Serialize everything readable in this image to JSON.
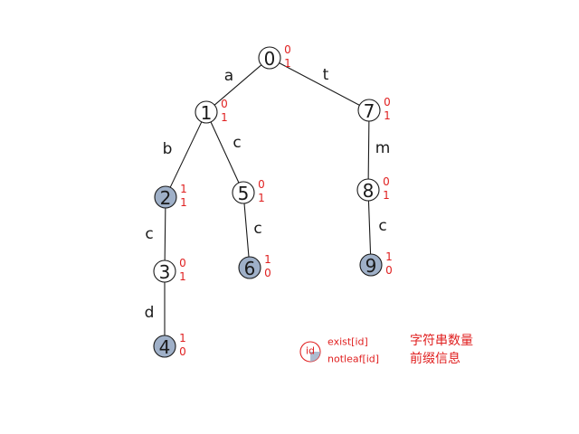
{
  "diagram": {
    "colors": {
      "line": "#1a1a1a",
      "annotation": "#e02020",
      "node_fill_leaf": "#9fb0c8",
      "node_fill_internal": "#ffffff"
    },
    "nodes": [
      {
        "id": "0",
        "exist": "0",
        "notleaf": "1",
        "filled": false
      },
      {
        "id": "1",
        "exist": "0",
        "notleaf": "1",
        "filled": false
      },
      {
        "id": "2",
        "exist": "1",
        "notleaf": "1",
        "filled": true
      },
      {
        "id": "3",
        "exist": "0",
        "notleaf": "1",
        "filled": false
      },
      {
        "id": "4",
        "exist": "1",
        "notleaf": "0",
        "filled": true
      },
      {
        "id": "5",
        "exist": "0",
        "notleaf": "1",
        "filled": false
      },
      {
        "id": "6",
        "exist": "1",
        "notleaf": "0",
        "filled": true
      },
      {
        "id": "7",
        "exist": "0",
        "notleaf": "1",
        "filled": false
      },
      {
        "id": "8",
        "exist": "0",
        "notleaf": "1",
        "filled": false
      },
      {
        "id": "9",
        "exist": "1",
        "notleaf": "0",
        "filled": true
      }
    ],
    "edges": [
      {
        "from": "0",
        "to": "1",
        "label": "a"
      },
      {
        "from": "0",
        "to": "7",
        "label": "t"
      },
      {
        "from": "1",
        "to": "2",
        "label": "b"
      },
      {
        "from": "1",
        "to": "5",
        "label": "c"
      },
      {
        "from": "2",
        "to": "3",
        "label": "c"
      },
      {
        "from": "3",
        "to": "4",
        "label": "d"
      },
      {
        "from": "5",
        "to": "6",
        "label": "c"
      },
      {
        "from": "7",
        "to": "8",
        "label": "m"
      },
      {
        "from": "8",
        "to": "9",
        "label": "c"
      }
    ],
    "legend": {
      "symbol": "id",
      "line1": "exist[id]",
      "line2": "notleaf[id]",
      "cjk_line1": "字符串数量",
      "cjk_line2": "前缀信息"
    }
  }
}
